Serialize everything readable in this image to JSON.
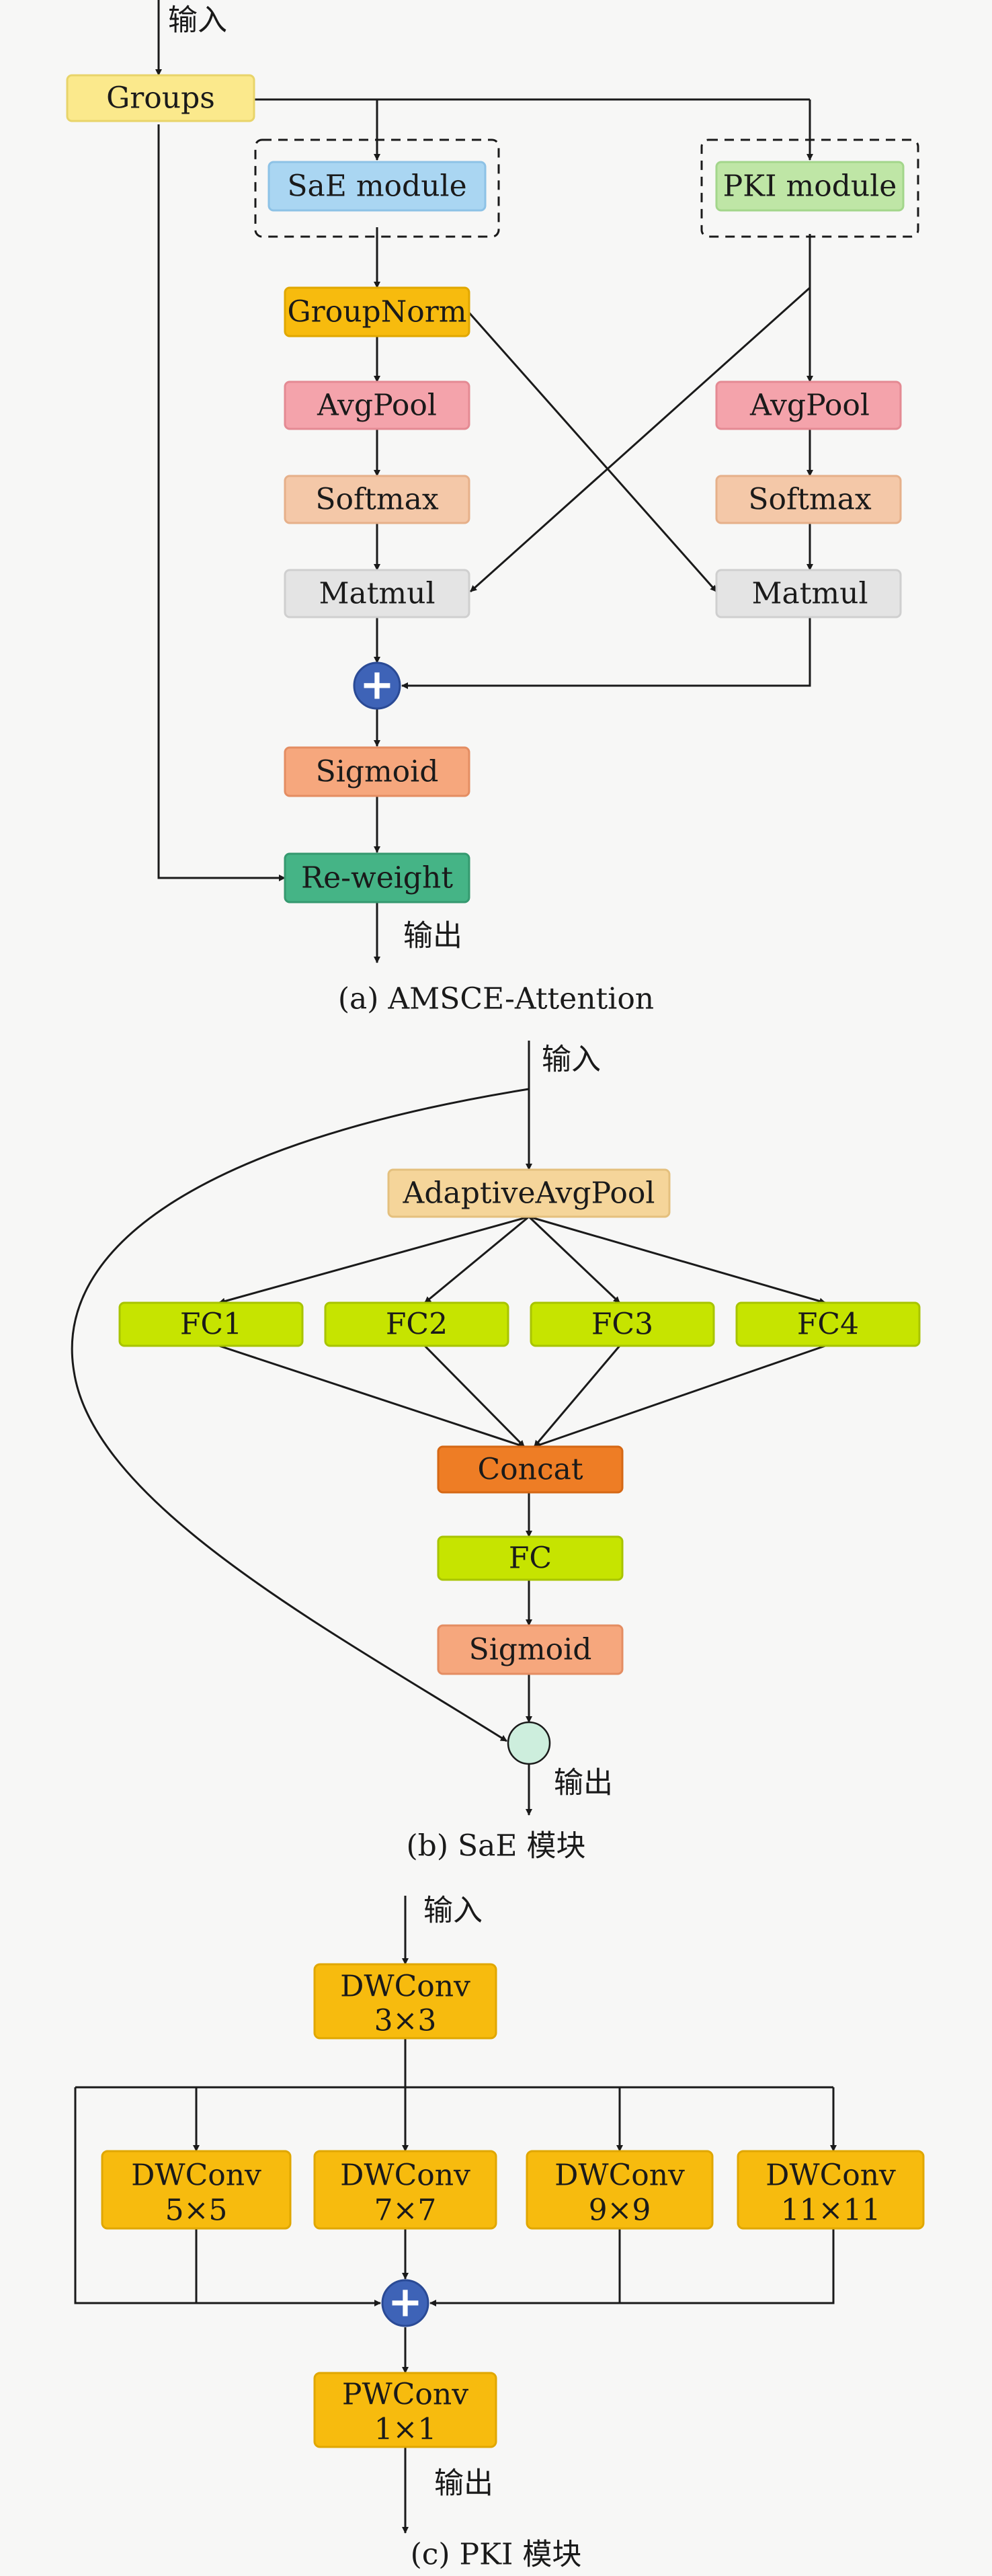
{
  "colors": {
    "groups": "#fbe98c",
    "sae": "#aad6f2",
    "pki": "#bfe6a6",
    "groupnorm": "#f7bb0e",
    "avgpool": "#f4a3ab",
    "softmax": "#f4c8a8",
    "matmul": "#e4e4e4",
    "sigmoid": "#f6a77d",
    "reweight": "#45b486",
    "adaptive": "#f5d59a",
    "fc": "#c6e400",
    "concat": "#ee7d25",
    "dwconv": "#f7bb0e",
    "plus": "#3e63b7",
    "mult": "#cdeedd"
  },
  "part_a": {
    "input": "输入",
    "output": "输出",
    "groups": "Groups",
    "sae_module": "SaE module",
    "pki_module": "PKI module",
    "groupnorm": "GroupNorm",
    "avgpool_left": "AvgPool",
    "avgpool_right": "AvgPool",
    "softmax_left": "Softmax",
    "softmax_right": "Softmax",
    "matmul_left": "Matmul",
    "matmul_right": "Matmul",
    "plus": "+",
    "sigmoid": "Sigmoid",
    "reweight": "Re-weight",
    "caption": "(a) AMSCE-Attention"
  },
  "part_b": {
    "input": "输入",
    "output": "输出",
    "adaptive": "AdaptiveAvgPool",
    "fc1": "FC1",
    "fc2": "FC2",
    "fc3": "FC3",
    "fc4": "FC4",
    "concat": "Concat",
    "fc": "FC",
    "sigmoid": "Sigmoid",
    "caption": "(b) SaE 模块"
  },
  "part_c": {
    "input": "输入",
    "output": "输出",
    "dw3_name": "DWConv",
    "dw3_size": "3×3",
    "dw5_name": "DWConv",
    "dw5_size": "5×5",
    "dw7_name": "DWConv",
    "dw7_size": "7×7",
    "dw9_name": "DWConv",
    "dw9_size": "9×9",
    "dw11_name": "DWConv",
    "dw11_size": "11×11",
    "plus": "+",
    "pw_name": "PWConv",
    "pw_size": "1×1",
    "caption": "(c) PKI 模块"
  }
}
